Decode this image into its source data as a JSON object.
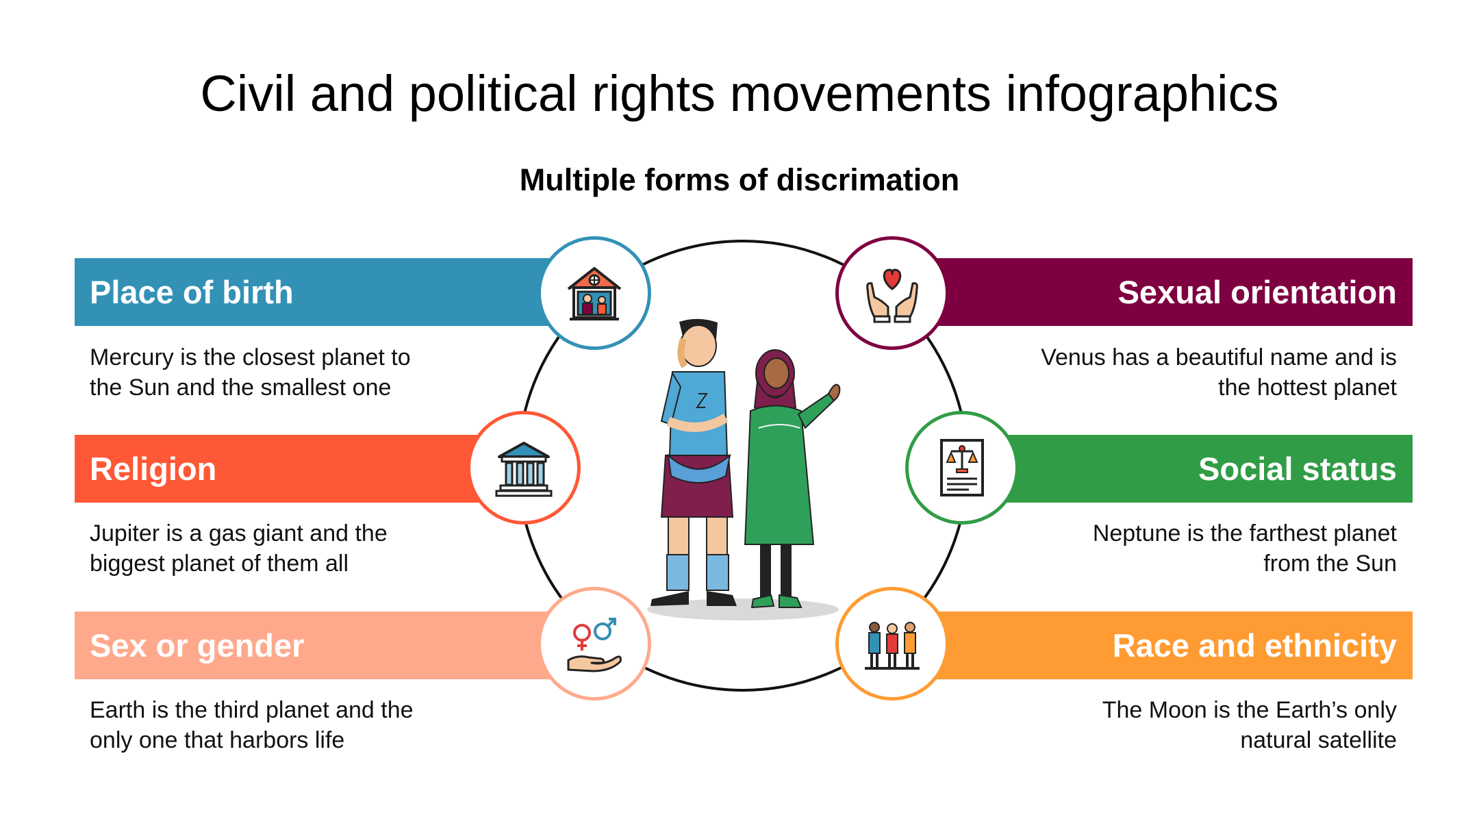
{
  "title": "Civil and political rights movements infographics",
  "subtitle": "Multiple forms of discrimation",
  "items": [
    {
      "label": "Place of birth",
      "description": "Mercury is the closest planet to\nthe Sun and the smallest one",
      "color": "#3391B6",
      "icon": "house-family-icon"
    },
    {
      "label": "Religion",
      "description": "Jupiter is a gas giant and the\nbiggest planet of them all",
      "color": "#FF5836",
      "icon": "temple-icon"
    },
    {
      "label": "Sex or gender",
      "description": "Earth is the third planet and the\nonly one that harbors life",
      "color": "#FFA98C",
      "icon": "gender-hand-icon"
    },
    {
      "label": "Sexual orientation",
      "description": "Venus has a beautiful name and is\nthe hottest planet",
      "color": "#7E0040",
      "icon": "heart-hands-icon"
    },
    {
      "label": "Social status",
      "description": "Neptune is the farthest planet\nfrom the Sun",
      "color": "#319C46",
      "icon": "justice-document-icon"
    },
    {
      "label": "Race and ethnicity",
      "description": "The Moon is the Earth’s only\nnatural satellite",
      "color": "#FF9B33",
      "icon": "diverse-people-icon"
    }
  ]
}
